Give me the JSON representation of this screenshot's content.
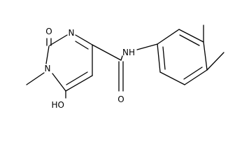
{
  "molecule": {
    "atom_labels": {
      "O_carbonyl_ring": "O",
      "N_ring_top": "N",
      "N_ring_left": "N",
      "NH_amide": "NH",
      "O_amide": "O",
      "OH": "HO"
    }
  }
}
